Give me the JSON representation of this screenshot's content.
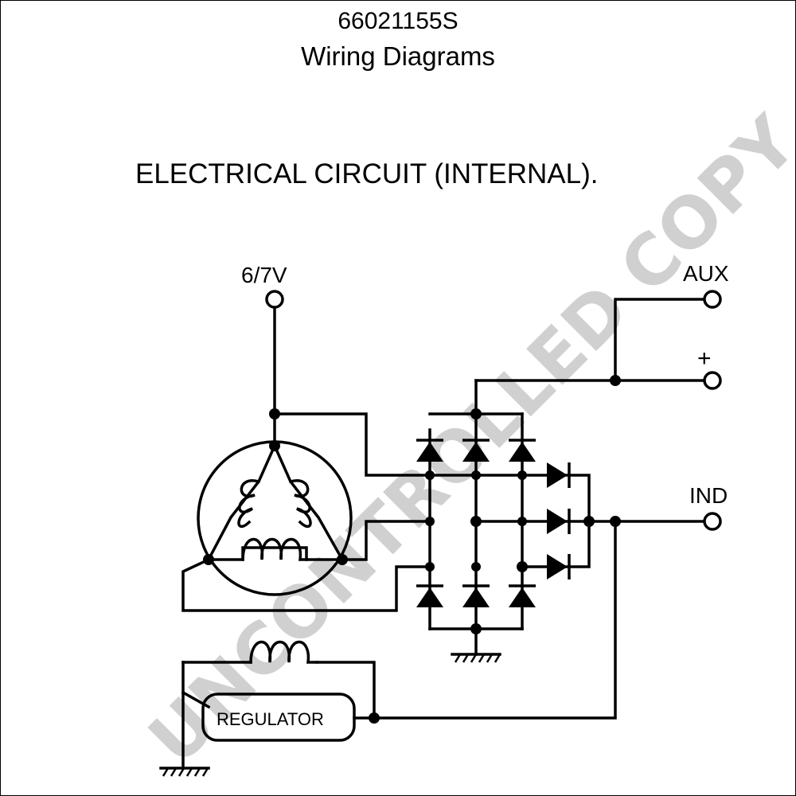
{
  "header": {
    "part_number": "66021155S",
    "subtitle": "Wiring Diagrams"
  },
  "diagram": {
    "heading": "ELECTRICAL CIRCUIT (INTERNAL).",
    "terminals": {
      "v67": "6/7V",
      "aux": "AUX",
      "plus": "+",
      "ind": "IND"
    },
    "regulator_label": "REGULATOR",
    "watermark": "UNCONTROLLED COPY"
  }
}
